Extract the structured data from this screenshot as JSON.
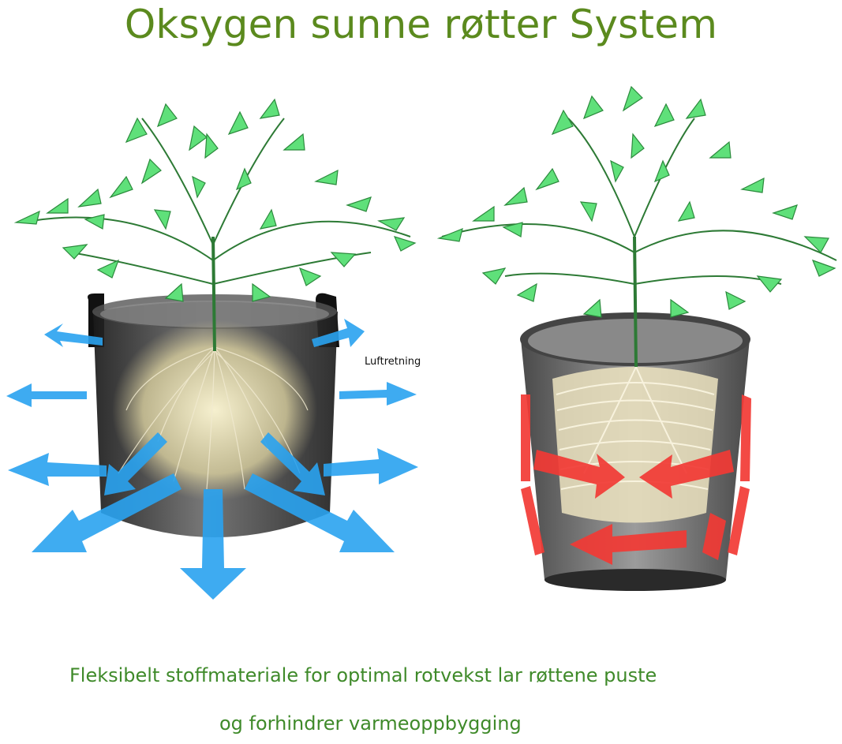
{
  "title": "Oksygen sunne røtter System",
  "air_label": "Luftretning",
  "caption_line1": "Fleksibelt stoffmateriale for optimal rotvekst lar røttene puste",
  "caption_line2": "og forhindrer varmeoppbygging",
  "colors": {
    "title": "#5b8a1e",
    "caption": "#3f8a2a",
    "foliage": "#5fe07a",
    "air_arrow": "#2aa3f0",
    "heat_arrow": "#f23a35",
    "pot": "#3a3a3a",
    "roots": "#efe8c2"
  },
  "left_pot": {
    "type": "fabric-grow-bag",
    "arrows": "air-flow-outward"
  },
  "right_pot": {
    "type": "plastic-pot",
    "arrows": "circling-roots-heat"
  }
}
